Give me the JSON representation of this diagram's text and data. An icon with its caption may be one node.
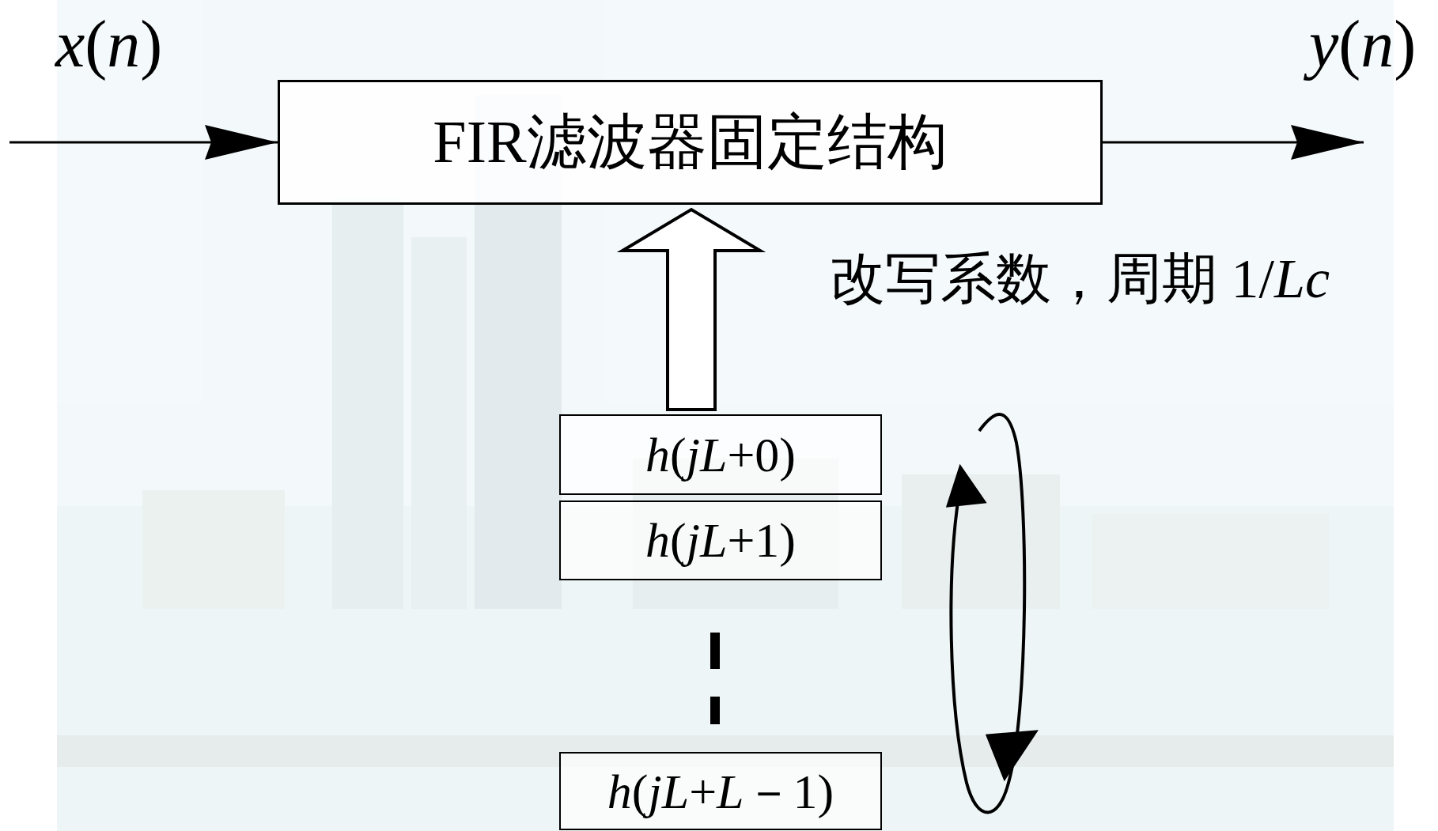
{
  "diagram": {
    "nodes": [
      {
        "text": [
          "FIR滤波器固定结构"
        ]
      },
      {
        "text": [
          "*h*(*jL*+0)"
        ]
      },
      {
        "text": [
          "*h*(*jL*+1)"
        ]
      },
      {
        "text": [
          "*h*(*jL*+*L*－1)"
        ]
      }
    ],
    "edges": [
      {
        "from": null,
        "to": 0,
        "arrow": "to",
        "label": "*x*(*n*)"
      },
      {
        "from": 0,
        "to": null,
        "arrow": "to",
        "label": "*y*(*n*)"
      },
      {
        "from": 1,
        "to": 0,
        "arrow": "to",
        "style": "thick",
        "label": "改写系数，周期 1/*Lc*"
      }
    ]
  }
}
